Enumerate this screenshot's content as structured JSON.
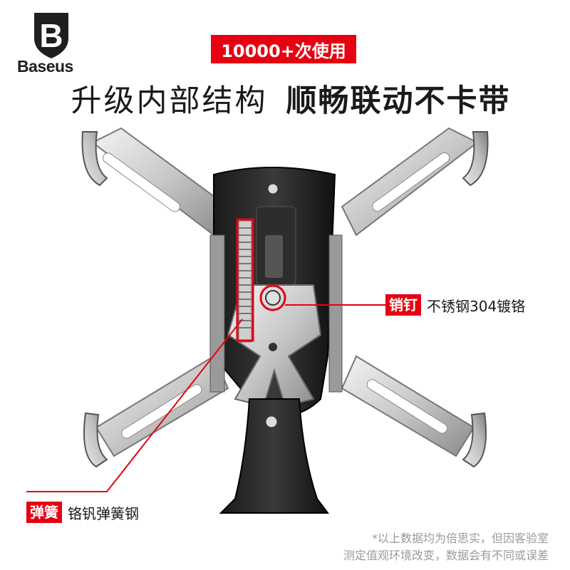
{
  "brand": {
    "logo_letter": "B",
    "name": "Baseus"
  },
  "badge": {
    "text": "10000+次使用"
  },
  "headline": {
    "part1": "升级内部结构",
    "part2": "顺畅联动不卡带"
  },
  "callouts": {
    "pin": {
      "tag": "销钉",
      "desc": "不锈钢304镀铬"
    },
    "spring": {
      "tag": "弹簧",
      "desc": "铬钒弹簧钢"
    }
  },
  "disclaimer": {
    "line1": "*以上数据均为倍思实，但因客验室",
    "line2": "测定值观环境改变，数据会有不同或误差"
  },
  "colors": {
    "accent": "#e60012",
    "text": "#1a1a1a",
    "muted": "#9a9a9a"
  }
}
